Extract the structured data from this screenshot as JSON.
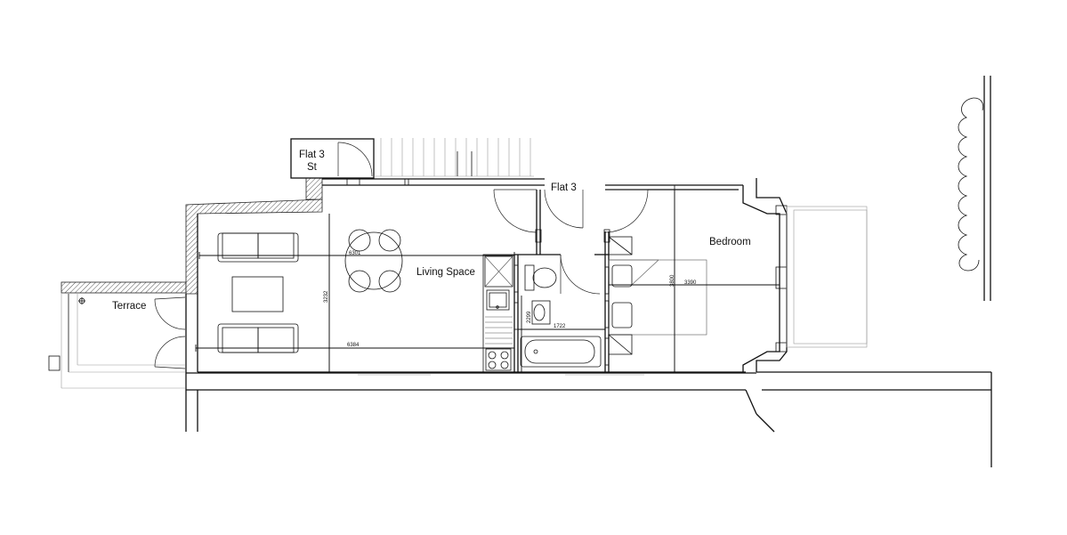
{
  "rooms": {
    "flat3_stair": [
      "Flat 3",
      "St"
    ],
    "flat3": "Flat 3",
    "bedroom": "Bedroom",
    "living": "Living Space",
    "terrace": "Terrace"
  },
  "dimensions": {
    "living_upper": "6301",
    "living_lower": "6384",
    "living_height": "3232",
    "bedroom_width": "3390",
    "bedroom_height": "3800",
    "bath_width": "1722",
    "bath_height": "2299"
  }
}
